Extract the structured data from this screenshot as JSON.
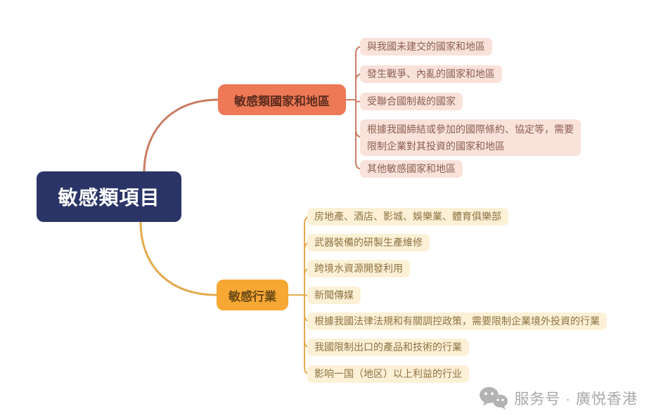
{
  "root": {
    "label": "敏感類項目"
  },
  "branches": [
    {
      "label": "敏感類國家和地區",
      "leaves": [
        "與我國未建交的國家和地區",
        "發生戰爭、內亂的國家和地區",
        "受聯合國制裁的國家",
        "根據我國締結或參加的國際條約、協定等，需要\n限制企業對其投資的國家和地區",
        "其他敏感國家和地區"
      ]
    },
    {
      "label": "敏感行業",
      "leaves": [
        "房地產、酒店、影城、娛樂業、體育俱樂部",
        "武器裝備的研製生產維修",
        "跨境水資源開發利用",
        "新聞傳媒",
        "根據我國法律法規和有關調控政策，需要限制企業境外投資的行業",
        "我國限制出口的產品和技術的行業",
        "影响一国（地区）以上利益的行业"
      ]
    }
  ],
  "watermark": {
    "icon": "wechat-icon",
    "text": "服务号 · 廣悦香港"
  },
  "colors": {
    "root_bg": "#2b3467",
    "root_text": "#ffffff",
    "branch1_bg": "#ee7957",
    "branch1_leaf_bg": "#f9e2da",
    "branch1_connector": "#c97c63",
    "branch2_bg": "#f7a733",
    "branch2_leaf_bg": "#fcf0d6",
    "branch2_connector": "#e2aa4d",
    "watermark_gray": "#b3b3b3"
  }
}
